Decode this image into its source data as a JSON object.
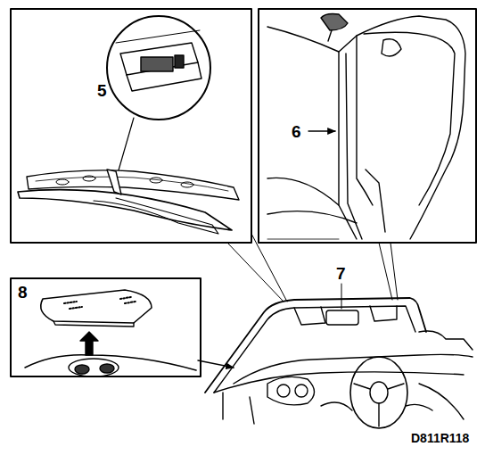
{
  "diagram": {
    "labels": [
      "5",
      "6",
      "7",
      "8",
      "D811R118"
    ]
  }
}
